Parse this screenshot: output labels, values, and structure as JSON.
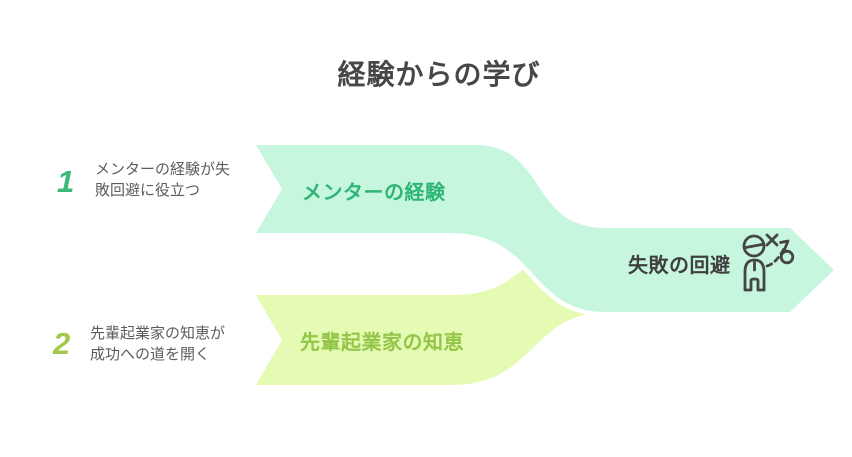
{
  "title": "経験からの学び",
  "steps": [
    {
      "number": "1",
      "description": "メンターの経験が失敗回避に役立つ",
      "arrow_label": "メンターの経験"
    },
    {
      "number": "2",
      "description": "先輩起業家の知恵が成功への道を開く",
      "arrow_label": "先輩起業家の知恵"
    }
  ],
  "outcome": {
    "label": "失敗の回避",
    "icon": "strategy-tactics-icon"
  },
  "colors": {
    "band1": "#c7f6de",
    "band2": "#e5fab2",
    "accent1": "#2fb576",
    "accent2": "#93c548",
    "number1": "#3cb878",
    "number2": "#a2c94c",
    "title_text": "#474747",
    "body_text": "#5c5c5c",
    "outcome_text": "#3f3f3f",
    "icon_stroke": "#454545"
  }
}
